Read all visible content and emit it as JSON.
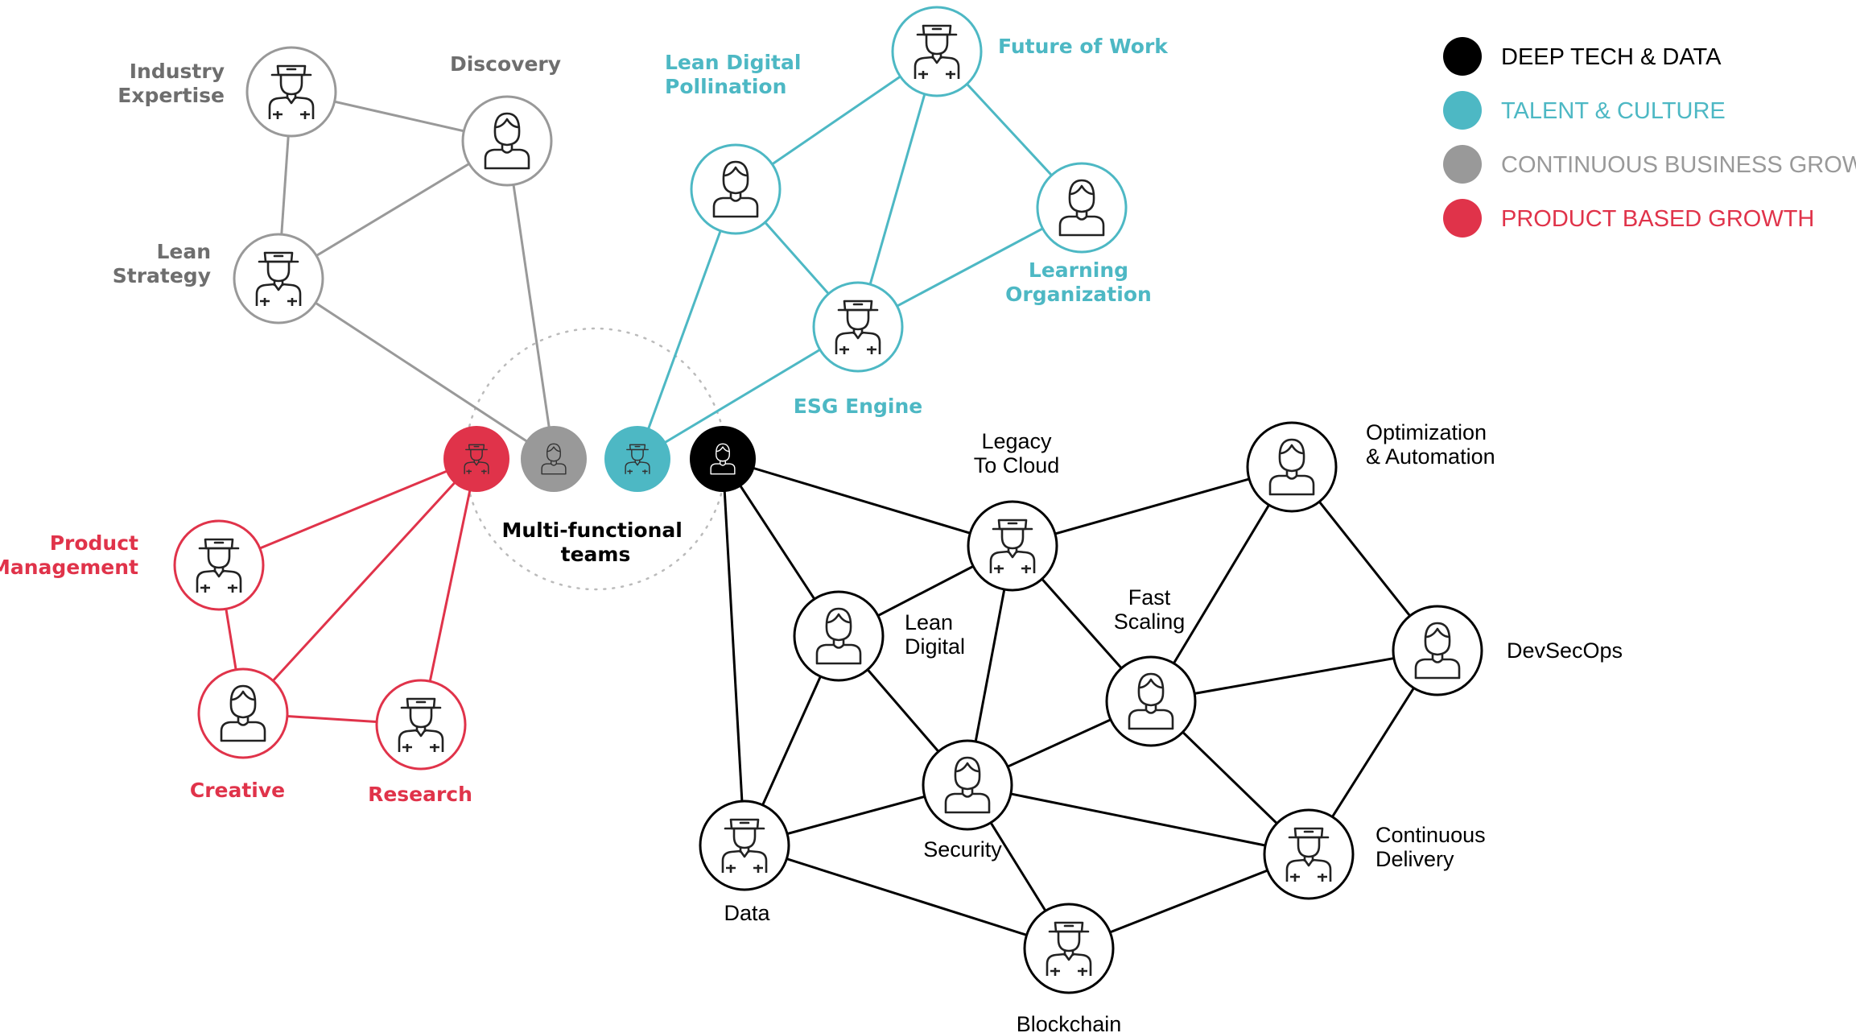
{
  "colors": {
    "deep_tech": "#000000",
    "talent": "#4db8c4",
    "business": "#999999",
    "product": "#e0334a",
    "label_gray": "#6e6e6e",
    "dots": "#bbbbbb"
  },
  "legend": [
    {
      "label": "DEEP TECH & DATA",
      "group": "deep_tech"
    },
    {
      "label": "TALENT & CULTURE",
      "group": "talent"
    },
    {
      "label": "CONTINUOUS BUSINESS GROWTH",
      "group": "business"
    },
    {
      "label": "PRODUCT BASED GROWTH",
      "group": "product"
    }
  ],
  "center_label": [
    "Multi-functional",
    "teams"
  ],
  "hubs": [
    {
      "id": "hub_product",
      "group": "product",
      "icon": "man-cap-icon"
    },
    {
      "id": "hub_business",
      "group": "business",
      "icon": "woman-icon"
    },
    {
      "id": "hub_talent",
      "group": "talent",
      "icon": "man-cap-icon"
    },
    {
      "id": "hub_deep",
      "group": "deep_tech",
      "icon": "woman-icon"
    }
  ],
  "nodes": [
    {
      "id": "industry",
      "group": "business",
      "icon": "man-cap-icon",
      "label": [
        "Industry",
        "Expertise"
      ]
    },
    {
      "id": "discovery",
      "group": "business",
      "icon": "woman-icon",
      "label": [
        "Discovery"
      ]
    },
    {
      "id": "lean_strategy",
      "group": "business",
      "icon": "man-cap-icon",
      "label": [
        "Lean",
        "Strategy"
      ]
    },
    {
      "id": "lean_pollination",
      "group": "talent",
      "icon": "woman-icon",
      "label": [
        "Lean Digital",
        "Pollination"
      ]
    },
    {
      "id": "future_work",
      "group": "talent",
      "icon": "man-cap-icon",
      "label": [
        "Future of Work"
      ]
    },
    {
      "id": "learning_org",
      "group": "talent",
      "icon": "woman-icon",
      "label": [
        "Learning",
        "Organization"
      ]
    },
    {
      "id": "esg",
      "group": "talent",
      "icon": "man-cap-icon",
      "label": [
        "ESG Engine"
      ]
    },
    {
      "id": "product_mgmt",
      "group": "product",
      "icon": "man-cap-icon",
      "label": [
        "Product",
        "Management"
      ]
    },
    {
      "id": "creative",
      "group": "product",
      "icon": "woman-icon",
      "label": [
        "Creative"
      ]
    },
    {
      "id": "research",
      "group": "product",
      "icon": "man-cap-icon",
      "label": [
        "Research"
      ]
    },
    {
      "id": "legacy",
      "group": "deep_tech",
      "icon": "man-cap-icon",
      "label": [
        "Legacy",
        "To Cloud"
      ]
    },
    {
      "id": "optimization",
      "group": "deep_tech",
      "icon": "woman-icon",
      "label": [
        "Optimization",
        "& Automation"
      ]
    },
    {
      "id": "lean_digital",
      "group": "deep_tech",
      "icon": "woman-icon",
      "label": [
        "Lean",
        "Digital"
      ]
    },
    {
      "id": "fast_scaling",
      "group": "deep_tech",
      "icon": "woman-icon",
      "label": [
        "Fast",
        "Scaling"
      ]
    },
    {
      "id": "devsecops",
      "group": "deep_tech",
      "icon": "woman-icon",
      "label": [
        "DevSecOps"
      ]
    },
    {
      "id": "security",
      "group": "deep_tech",
      "icon": "woman-icon",
      "label": [
        "Security"
      ]
    },
    {
      "id": "data",
      "group": "deep_tech",
      "icon": "man-cap-icon",
      "label": [
        "Data"
      ]
    },
    {
      "id": "continuous_delivery",
      "group": "deep_tech",
      "icon": "man-cap-icon",
      "label": [
        "Continuous",
        "Delivery"
      ]
    },
    {
      "id": "blockchain",
      "group": "deep_tech",
      "icon": "man-cap-icon",
      "label": [
        "Blockchain"
      ]
    }
  ],
  "edges": [
    {
      "from": "industry",
      "to": "discovery",
      "group": "business"
    },
    {
      "from": "industry",
      "to": "lean_strategy",
      "group": "business"
    },
    {
      "from": "discovery",
      "to": "lean_strategy",
      "group": "business"
    },
    {
      "from": "discovery",
      "to": "hub_business",
      "group": "business"
    },
    {
      "from": "lean_strategy",
      "to": "hub_business",
      "group": "business"
    },
    {
      "from": "future_work",
      "to": "lean_pollination",
      "group": "talent"
    },
    {
      "from": "future_work",
      "to": "learning_org",
      "group": "talent"
    },
    {
      "from": "future_work",
      "to": "esg",
      "group": "talent"
    },
    {
      "from": "lean_pollination",
      "to": "esg",
      "group": "talent"
    },
    {
      "from": "learning_org",
      "to": "esg",
      "group": "talent"
    },
    {
      "from": "lean_pollination",
      "to": "hub_talent",
      "group": "talent"
    },
    {
      "from": "esg",
      "to": "hub_talent",
      "group": "talent"
    },
    {
      "from": "hub_product",
      "to": "product_mgmt",
      "group": "product"
    },
    {
      "from": "hub_product",
      "to": "creative",
      "group": "product"
    },
    {
      "from": "hub_product",
      "to": "research",
      "group": "product"
    },
    {
      "from": "product_mgmt",
      "to": "creative",
      "group": "product"
    },
    {
      "from": "creative",
      "to": "research",
      "group": "product"
    },
    {
      "from": "hub_deep",
      "to": "legacy",
      "group": "deep_tech"
    },
    {
      "from": "hub_deep",
      "to": "lean_digital",
      "group": "deep_tech"
    },
    {
      "from": "hub_deep",
      "to": "data",
      "group": "deep_tech"
    },
    {
      "from": "legacy",
      "to": "optimization",
      "group": "deep_tech"
    },
    {
      "from": "legacy",
      "to": "lean_digital",
      "group": "deep_tech"
    },
    {
      "from": "legacy",
      "to": "fast_scaling",
      "group": "deep_tech"
    },
    {
      "from": "legacy",
      "to": "security",
      "group": "deep_tech"
    },
    {
      "from": "optimization",
      "to": "fast_scaling",
      "group": "deep_tech"
    },
    {
      "from": "optimization",
      "to": "devsecops",
      "group": "deep_tech"
    },
    {
      "from": "fast_scaling",
      "to": "devsecops",
      "group": "deep_tech"
    },
    {
      "from": "fast_scaling",
      "to": "security",
      "group": "deep_tech"
    },
    {
      "from": "fast_scaling",
      "to": "continuous_delivery",
      "group": "deep_tech"
    },
    {
      "from": "devsecops",
      "to": "continuous_delivery",
      "group": "deep_tech"
    },
    {
      "from": "lean_digital",
      "to": "security",
      "group": "deep_tech"
    },
    {
      "from": "lean_digital",
      "to": "data",
      "group": "deep_tech"
    },
    {
      "from": "security",
      "to": "data",
      "group": "deep_tech"
    },
    {
      "from": "security",
      "to": "continuous_delivery",
      "group": "deep_tech"
    },
    {
      "from": "security",
      "to": "blockchain",
      "group": "deep_tech"
    },
    {
      "from": "data",
      "to": "blockchain",
      "group": "deep_tech"
    },
    {
      "from": "blockchain",
      "to": "continuous_delivery",
      "group": "deep_tech"
    }
  ]
}
